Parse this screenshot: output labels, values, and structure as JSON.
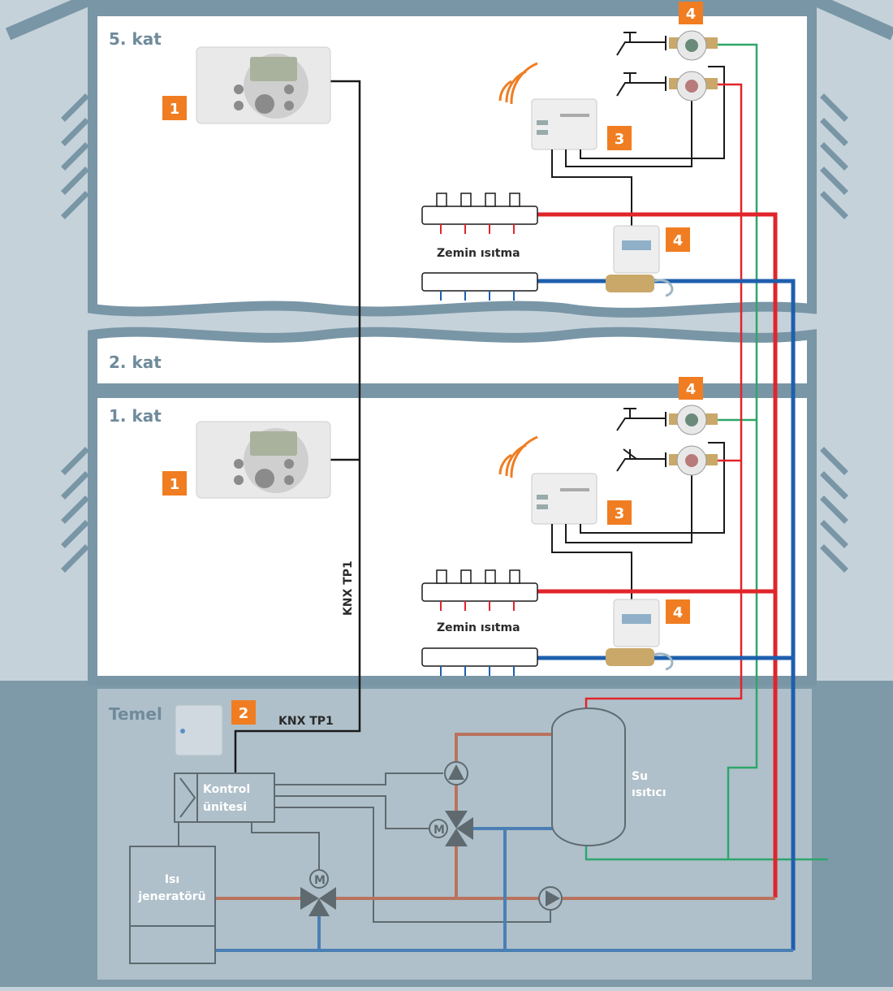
{
  "floors": {
    "fifth": "5. kat",
    "second": "2. kat",
    "first": "1. kat",
    "basement": "Temel"
  },
  "badges": {
    "room_unit_top": "1",
    "room_unit_bottom": "1",
    "knx_gateway": "2",
    "radio_concentrator_top": "3",
    "radio_concentrator_bottom": "3",
    "water_meters_top": "4",
    "heat_meter_top": "4",
    "water_meters_bottom": "4",
    "heat_meter_bottom": "4"
  },
  "labels": {
    "floor_heating_top": "Zemin ısıtma",
    "floor_heating_bottom": "Zemin ısıtma",
    "bus_vertical": "KNX TP1",
    "bus_basement": "KNX TP1",
    "controller_line1": "Kontrol",
    "controller_line2": "ünitesi",
    "heat_generator_line1": "Isı",
    "heat_generator_line2": "jeneratörü",
    "water_heater_line1": "Su",
    "water_heater_line2": "ısıtıcı"
  },
  "colors": {
    "badge": "#f07d21",
    "supply": "#e1252b",
    "return": "#1e5fae",
    "hot_water": "#c9372c",
    "cold_water": "#2ea66b",
    "plant_supply": "#b9735e",
    "plant_return": "#4a7fb5",
    "structure": "#7996a6",
    "basement_floor": "#7e9aa8",
    "basement_room": "#afc0ca",
    "wireless": "#f07d21"
  }
}
